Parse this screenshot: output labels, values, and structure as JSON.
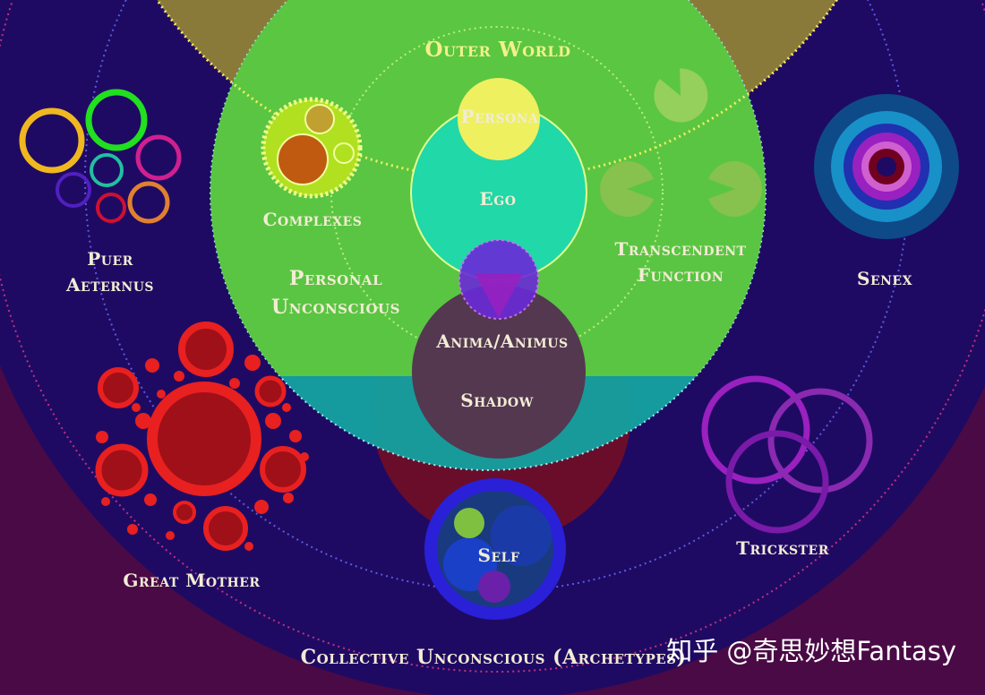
{
  "labels": {
    "outer_world": "Outer World",
    "persona": "Persona",
    "ego": "Ego",
    "complexes": "Complexes",
    "personal_line1": "Personal",
    "personal_line2": "Unconscious",
    "transcendent_line1": "Transcendent",
    "transcendent_line2": "Function",
    "anima": "Anima/Animus",
    "shadow": "Shadow",
    "self": "Self",
    "puer_line1": "Puer",
    "puer_line2": "Aeternus",
    "senex": "Senex",
    "great_mother": "Great Mother",
    "trickster": "Trickster",
    "collective": "Collective Unconscious (Archetypes)"
  },
  "watermark": "知乎 @奇思妙想Fantasy",
  "colors": {
    "background": "#4a0a45",
    "collective_field": "#1f0a63",
    "outer_world": "#8a7a3a",
    "personal_unconscious": "#15a0a0",
    "shadow_field": "#6a0d2a",
    "consciousness_field": "#66cc33",
    "ego": "#20d8a8",
    "persona": "#eef060",
    "great_mother": "#e01818",
    "trickster": "#9a20c0",
    "self": "#2a20d8"
  }
}
